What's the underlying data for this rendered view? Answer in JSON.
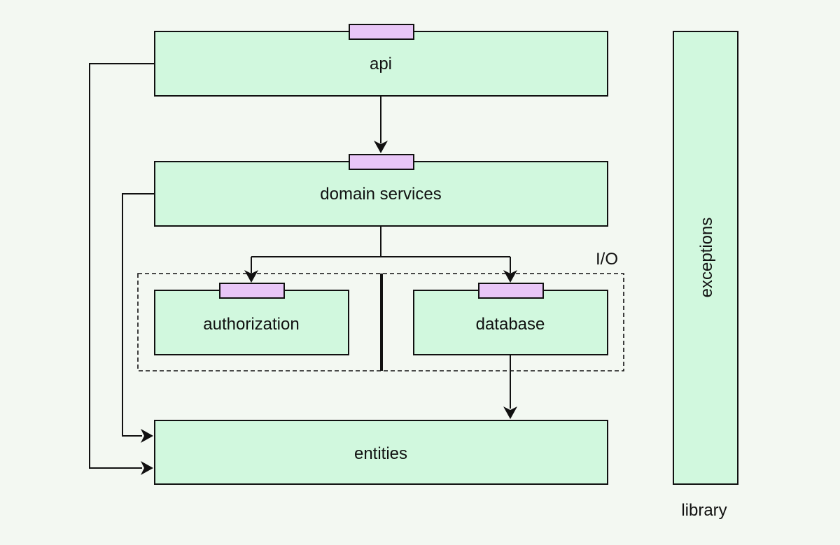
{
  "diagram": {
    "colors": {
      "background": "#f3f8f2",
      "module_fill": "#d1f8de",
      "interface_fill": "#e8c6f7",
      "stroke": "#111111"
    },
    "modules": {
      "api": "api",
      "domain_services": "domain services",
      "authorization": "authorization",
      "database": "database",
      "entities": "entities",
      "exceptions": "exceptions"
    },
    "groups": {
      "io": "I/O",
      "library": "library"
    }
  }
}
